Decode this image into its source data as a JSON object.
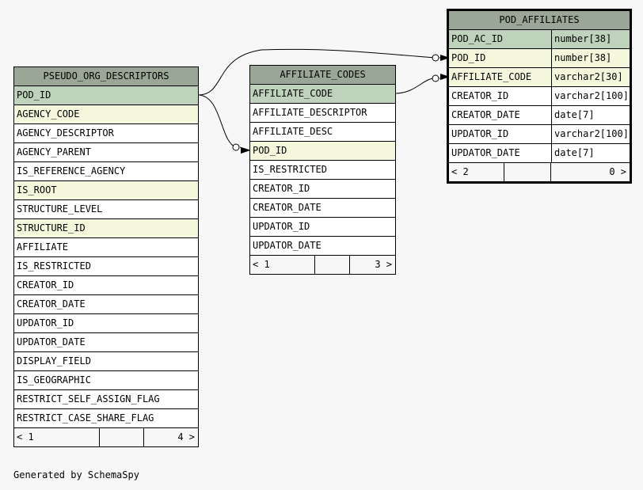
{
  "tables": {
    "pseudo_org_descriptors": {
      "name": "PSEUDO_ORG_DESCRIPTORS",
      "columns": [
        {
          "name": "POD_ID",
          "key": "pk"
        },
        {
          "name": "AGENCY_CODE",
          "key": "fk"
        },
        {
          "name": "AGENCY_DESCRIPTOR",
          "key": ""
        },
        {
          "name": "AGENCY_PARENT",
          "key": ""
        },
        {
          "name": "IS_REFERENCE_AGENCY",
          "key": ""
        },
        {
          "name": "IS_ROOT",
          "key": "fk"
        },
        {
          "name": "STRUCTURE_LEVEL",
          "key": ""
        },
        {
          "name": "STRUCTURE_ID",
          "key": "fk"
        },
        {
          "name": "AFFILIATE",
          "key": ""
        },
        {
          "name": "IS_RESTRICTED",
          "key": ""
        },
        {
          "name": "CREATOR_ID",
          "key": ""
        },
        {
          "name": "CREATOR_DATE",
          "key": ""
        },
        {
          "name": "UPDATOR_ID",
          "key": ""
        },
        {
          "name": "UPDATOR_DATE",
          "key": ""
        },
        {
          "name": "DISPLAY_FIELD",
          "key": ""
        },
        {
          "name": "IS_GEOGRAPHIC",
          "key": ""
        },
        {
          "name": "RESTRICT_SELF_ASSIGN_FLAG",
          "key": ""
        },
        {
          "name": "RESTRICT_CASE_SHARE_FLAG",
          "key": ""
        }
      ],
      "footer": {
        "parents": "< 1",
        "children": "4 >"
      }
    },
    "affiliate_codes": {
      "name": "AFFILIATE_CODES",
      "columns": [
        {
          "name": "AFFILIATE_CODE",
          "key": "pk"
        },
        {
          "name": "AFFILIATE_DESCRIPTOR",
          "key": ""
        },
        {
          "name": "AFFILIATE_DESC",
          "key": ""
        },
        {
          "name": "POD_ID",
          "key": "fk"
        },
        {
          "name": "IS_RESTRICTED",
          "key": ""
        },
        {
          "name": "CREATOR_ID",
          "key": ""
        },
        {
          "name": "CREATOR_DATE",
          "key": ""
        },
        {
          "name": "UPDATOR_ID",
          "key": ""
        },
        {
          "name": "UPDATOR_DATE",
          "key": ""
        }
      ],
      "footer": {
        "parents": "< 1",
        "children": "3 >"
      }
    },
    "pod_affiliates": {
      "name": "POD_AFFILIATES",
      "columns": [
        {
          "name": "POD_AC_ID",
          "type": "number[38]",
          "key": "pk"
        },
        {
          "name": "POD_ID",
          "type": "number[38]",
          "key": "fk"
        },
        {
          "name": "AFFILIATE_CODE",
          "type": "varchar2[30]",
          "key": "fk"
        },
        {
          "name": "CREATOR_ID",
          "type": "varchar2[100]",
          "key": ""
        },
        {
          "name": "CREATOR_DATE",
          "type": "date[7]",
          "key": ""
        },
        {
          "name": "UPDATOR_ID",
          "type": "varchar2[100]",
          "key": ""
        },
        {
          "name": "UPDATOR_DATE",
          "type": "date[7]",
          "key": ""
        }
      ],
      "footer": {
        "parents": "< 2",
        "children": "0 >"
      }
    }
  },
  "credit": "Generated by SchemaSpy",
  "colors": {
    "header": "#9aa696",
    "primary_key": "#bfd2bb",
    "foreign_key": "#f5f7dd",
    "background": "#f7f7f7"
  }
}
